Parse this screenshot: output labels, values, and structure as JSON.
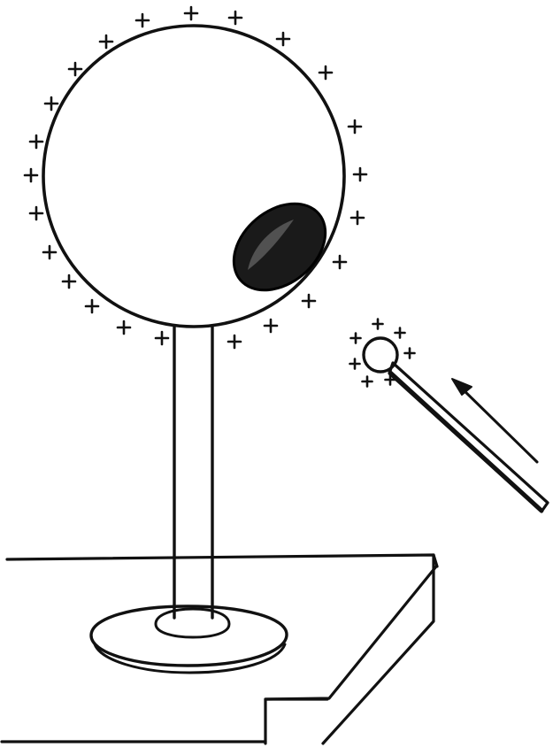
{
  "diagram": {
    "charge_symbol": "+",
    "ink_color": "#111111",
    "background_color": "#ffffff",
    "components": [
      "hollow-metal-sphere",
      "insulating-stand",
      "stand-base",
      "table",
      "opening-in-sphere",
      "charged-test-ball",
      "insulating-handle",
      "motion-arrow"
    ]
  }
}
